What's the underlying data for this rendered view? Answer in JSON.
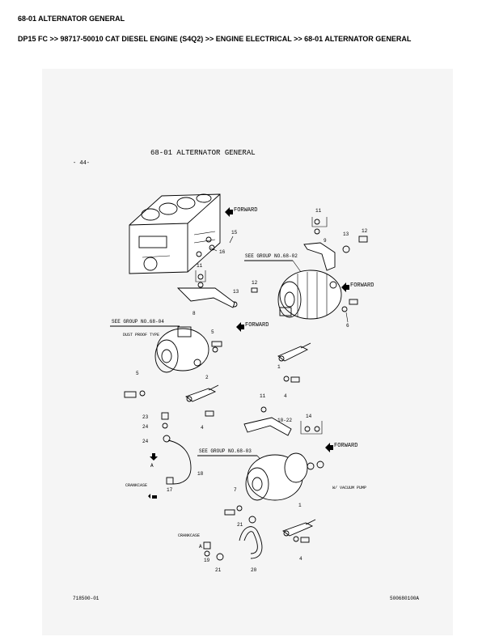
{
  "page": {
    "title": "68-01 ALTERNATOR GENERAL",
    "breadcrumb": "DP15 FC >> 98717-50010 CAT DIESEL ENGINE (S4Q2) >> ENGINE ELECTRICAL >> 68-01 ALTERNATOR GENERAL"
  },
  "diagram": {
    "heading": "68-01   ALTERNATOR GENERAL",
    "page_marker": "- 44-",
    "forward": "FORWARD",
    "see_group_68_02": "SEE GROUP NO.68-02",
    "see_group_68_04": "SEE GROUP NO.68-04",
    "see_group_68_03": "SEE GROUP NO.68-03",
    "dust_proof": "DUST PROOF TYPE",
    "vacuum_pump": "W/ VACUUM PUMP",
    "crankcase": "CRANKCASE",
    "arrow_a": "A",
    "footer_left": "718500-01",
    "footer_right": "500680100A",
    "callouts": {
      "c1": "1",
      "c2": "2",
      "c4": "4",
      "c5": "5",
      "c6": "6",
      "c7": "7",
      "c8": "8",
      "c9": "9",
      "c10_22": "10-22",
      "c11": "11",
      "c12": "12",
      "c13": "13",
      "c14": "14",
      "c15": "15",
      "c16": "16",
      "c17": "17",
      "c18": "18",
      "c19": "19",
      "c20": "20",
      "c21": "21",
      "c23": "23",
      "c24": "24"
    }
  }
}
